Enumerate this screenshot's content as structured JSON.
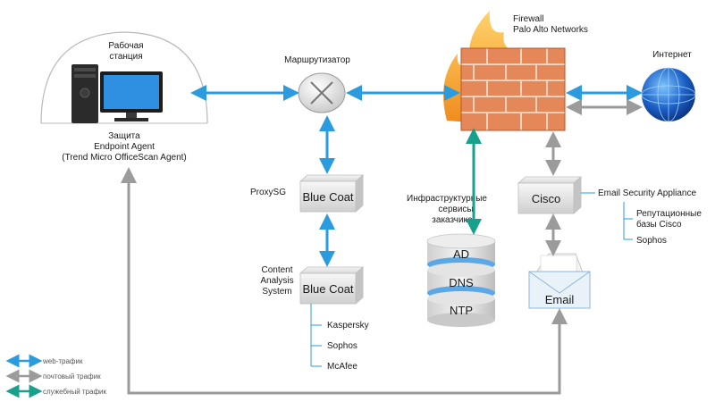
{
  "workstation": {
    "title_line1": "Рабочая",
    "title_line2": "станция",
    "protection_line1": "Защита",
    "protection_line2": "Endpoint Agent",
    "protection_line3": "(Trend Micro OfficeScan Agent)"
  },
  "router": {
    "label": "Маршрутизатор"
  },
  "firewall": {
    "label_line1": "Firewall",
    "label_line2": "Palo Alto Networks"
  },
  "internet": {
    "label": "Интернет"
  },
  "proxysg": {
    "label": "ProxySG",
    "box_text": "Blue Coat"
  },
  "content_analysis": {
    "label_line1": "Content",
    "label_line2": "Analysis",
    "label_line3": "System",
    "box_text": "Blue Coat",
    "engines": [
      "Kaspersky",
      "Sophos",
      "McAfee"
    ]
  },
  "infrastructure": {
    "label_line1": "Инфраструктурные",
    "label_line2": "сервисы",
    "label_line3": "заказчика",
    "services": [
      "AD",
      "DNS",
      "NTP"
    ]
  },
  "cisco": {
    "box_text": "Cisco",
    "appliance_label": "Email Security Appliance",
    "engines": [
      {
        "line1": "Репутационные",
        "line2": "базы Cisco",
        "line3": ""
      },
      {
        "line1": "Sophos",
        "line2": "",
        "line3": ""
      }
    ]
  },
  "email": {
    "label": "Email"
  },
  "legend": [
    {
      "label": "web-трафик",
      "color": "#2b9be0"
    },
    {
      "label": "почтовый трафик",
      "color": "#9b9b9b"
    },
    {
      "label": "служебный трафик",
      "color": "#17a08c"
    }
  ],
  "colors": {
    "web": "#2b9be0",
    "mail": "#9b9b9b",
    "service": "#17a08c",
    "brick": "#d86a3a",
    "flame": "#f6a623"
  }
}
